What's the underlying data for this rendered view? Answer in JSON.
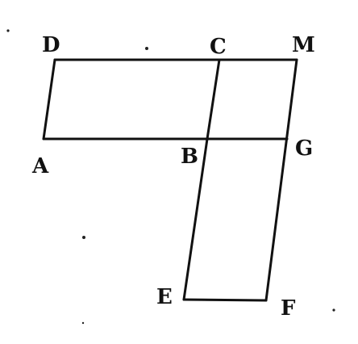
{
  "labels": {
    "A": "A",
    "B": "B",
    "C": "C",
    "D": "D",
    "E": "E",
    "F": "F",
    "G": "G",
    "M": "M"
  }
}
